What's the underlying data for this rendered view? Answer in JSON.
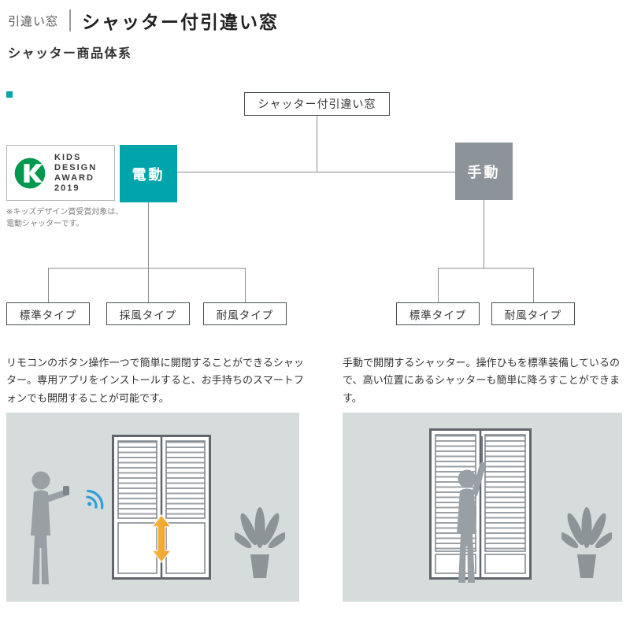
{
  "header": {
    "category": "引違い窓",
    "title": "シャッター付引違い窓"
  },
  "section_heading": "シャッター商品体系",
  "diagram": {
    "root_label": "シャッター付引違い窓",
    "electric_label": "電動",
    "manual_label": "手動",
    "electric_children": [
      "標準タイプ",
      "採風タイプ",
      "耐風タイプ"
    ],
    "manual_children": [
      "標準タイプ",
      "耐風タイプ"
    ],
    "award_badge": {
      "line1": "KIDS",
      "line2": "DESIGN",
      "line3": "AWARD",
      "line4": "2019"
    },
    "award_note_line1": "※キッズデザイン賞受賞対象は、",
    "award_note_line2": "電動シャッターです。"
  },
  "descriptions": {
    "electric": "リモコンのボタン操作一つで簡単に開閉することができるシャッター。専用アプリをインストールすると、お手持ちのスマートフォンでも開閉することが可能です。",
    "manual": "手動で開閉するシャッター。操作ひもを標準装備しているので、高い位置にあるシャッターも簡単に降ろすことができます。"
  },
  "colors": {
    "electric_box": "#00a5ab",
    "manual_box": "#8c9399",
    "award_green": "#00984e",
    "wifi_blue": "#2f9fd6",
    "arrow_orange": "#f0a733",
    "panel_background": "#d6dbdc",
    "connector_line": "#8d8d8d"
  }
}
